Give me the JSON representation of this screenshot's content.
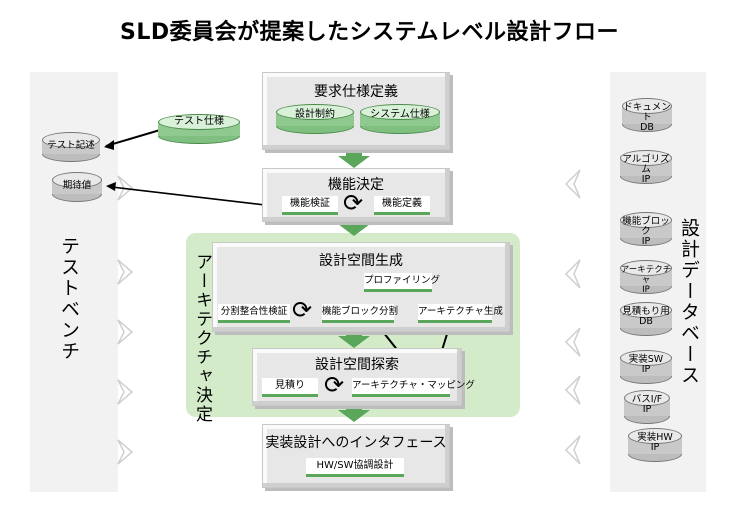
{
  "title": "SLD委員会が提案したシステムレベル設計フロー",
  "left_panel": {
    "label": "テストベンチ",
    "items": [
      "テスト記述",
      "期待値"
    ]
  },
  "right_panel": {
    "label": "設計データベース",
    "items": [
      {
        "line1": "ドキュメント",
        "line2": "DB"
      },
      {
        "line1": "アルゴリズム",
        "line2": "IP"
      },
      {
        "line1": "機能ブロック",
        "line2": "IP"
      },
      {
        "line1": "アーキテクチャ",
        "line2": "IP"
      },
      {
        "line1": "見積もり用",
        "line2": "DB"
      },
      {
        "line1": "実装SW",
        "line2": "IP"
      },
      {
        "line1": "バスI/F",
        "line2": "IP"
      },
      {
        "line1": "実装HW",
        "line2": "IP"
      }
    ]
  },
  "test_spec": "テスト仕様",
  "arch_label": "アーキテクチャ決定",
  "boxes": {
    "requirements": {
      "title": "要求仕様定義",
      "items": [
        "設計制約",
        "システム仕様"
      ]
    },
    "function": {
      "title": "機能決定",
      "items": [
        "機能検証",
        "機能定義"
      ]
    },
    "design_space_gen": {
      "title": "設計空間生成",
      "items": [
        "プロファイリング",
        "分割整合性検証",
        "機能ブロック分割",
        "アーキテクチャ生成"
      ]
    },
    "design_space_search": {
      "title": "設計空間探索",
      "items": [
        "見積り",
        "アーキテクチャ・マッピング"
      ]
    },
    "implementation": {
      "title": "実装設計へのインタフェース",
      "items": [
        "HW/SW協調設計"
      ]
    }
  },
  "colors": {
    "green": "#5aa65a",
    "light_green": "#d3ebc8",
    "panel_gray": "#f2f2f2",
    "box_gray": "#e7e7e7"
  },
  "icons": [
    "cycle-arrows-icon",
    "down-arrow-icon",
    "database-icon"
  ]
}
